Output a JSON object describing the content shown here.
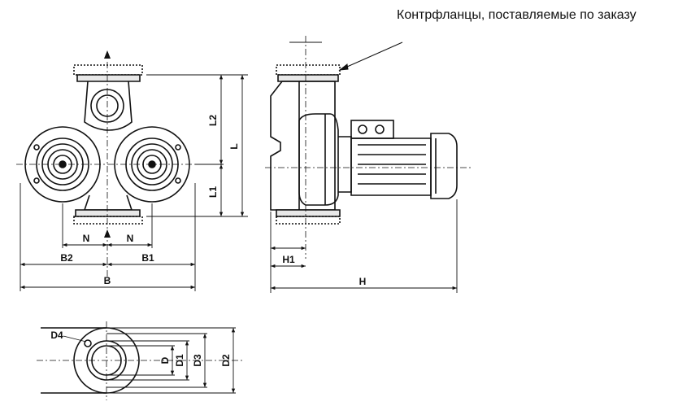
{
  "note": {
    "text": "Контрфланцы, поставляемые по заказу"
  },
  "labels": {
    "L2": "L2",
    "L": "L",
    "L1": "L1",
    "N": "N",
    "B1": "B1",
    "B2": "B2",
    "B": "B",
    "H1": "H1",
    "H": "H",
    "D4": "D4",
    "D": "D",
    "D1": "D1",
    "D3": "D3",
    "D2": "D2"
  }
}
